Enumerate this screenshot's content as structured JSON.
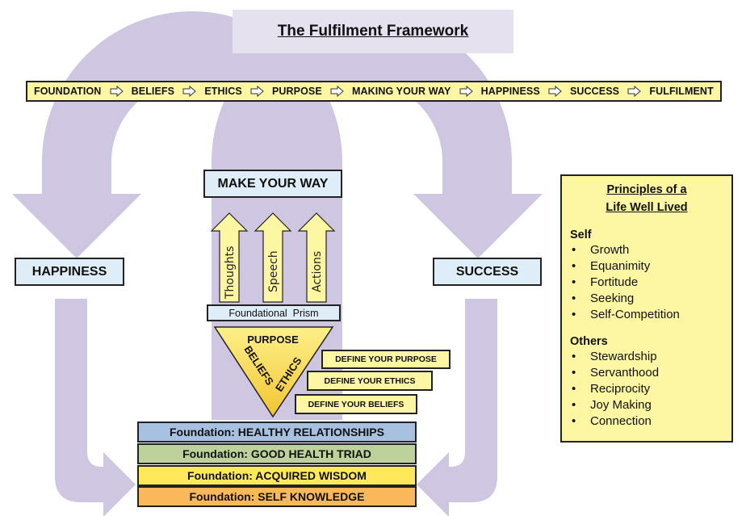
{
  "title": "The Fulfilment Framework",
  "flow": [
    "FOUNDATION",
    "BELIEFS",
    "ETHICS",
    "PURPOSE",
    "MAKING YOUR WAY",
    "HAPPINESS",
    "SUCCESS",
    "FULFILMENT"
  ],
  "labels": {
    "make_your_way": "MAKE YOUR WAY",
    "happiness": "HAPPINESS",
    "success": "SUCCESS",
    "foundational_prism": "Foundational  Prism"
  },
  "arrows": [
    "Thoughts",
    "Speech",
    "Actions"
  ],
  "prism": {
    "purpose": "PURPOSE",
    "beliefs": "BELIEFS",
    "ethics": "ETHICS"
  },
  "define": {
    "purpose": "DEFINE YOUR PURPOSE",
    "ethics": "DEFINE YOUR ETHICS",
    "beliefs": "DEFINE YOUR BELIEFS"
  },
  "foundations": [
    "Foundation: HEALTHY RELATIONSHIPS",
    "Foundation: GOOD HEALTH TRIAD",
    "Foundation: ACQUIRED WISDOM",
    "Foundation: SELF KNOWLEDGE"
  ],
  "principles": {
    "title_line1": "Principles of a",
    "title_line2": "Life Well Lived",
    "self_heading": "Self",
    "self_items": [
      "Growth",
      "Equanimity",
      "Fortitude",
      "Seeking",
      "Self-Competition"
    ],
    "others_heading": "Others",
    "others_items": [
      "Stewardship",
      "Servanthood",
      "Reciprocity",
      "Joy Making",
      "Connection"
    ]
  },
  "colors": {
    "loop_arrow": "#cfc6e1",
    "yellow_box": "#fdf7a3",
    "blue_box": "#deedf7",
    "title_bg": "#e6e1ee",
    "foundation_1": "#a9c1e0",
    "foundation_2": "#bcd29a",
    "foundation_3": "#fde95a",
    "foundation_4": "#f9b85a",
    "prism_top": "#fdef7a",
    "prism_bottom": "#f4c83a"
  }
}
